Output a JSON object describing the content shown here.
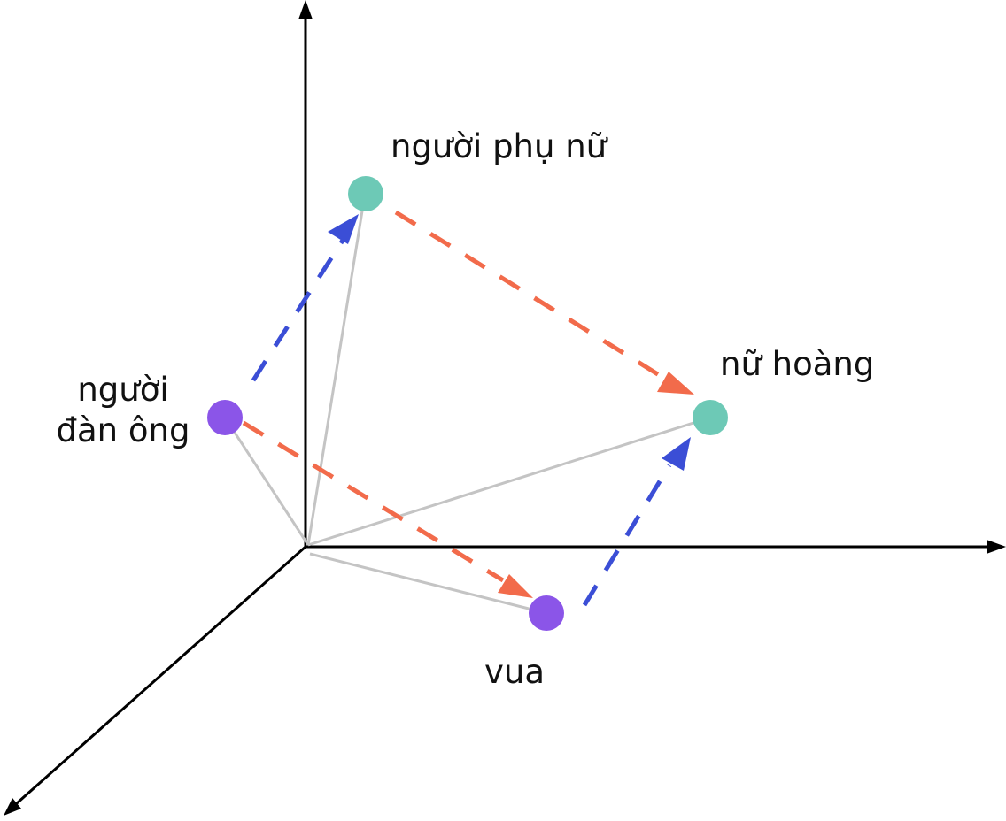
{
  "diagram": {
    "title": "",
    "colors": {
      "background": "#ffffff",
      "axis": "#000000",
      "origin_lines": "#c4c4c4",
      "gender_arrow": "#3b4ed6",
      "royalty_arrow": "#f26b4b",
      "male_point": "#8b55e8",
      "female_point": "#6dc9b6"
    },
    "points": [
      {
        "id": "man",
        "label_line1": "người",
        "label_line2": "đàn ông",
        "color": "#8b55e8"
      },
      {
        "id": "woman",
        "label": "người phụ nữ",
        "color": "#6dc9b6"
      },
      {
        "id": "king",
        "label": "vua",
        "color": "#8b55e8"
      },
      {
        "id": "queen",
        "label": "nữ hoàng",
        "color": "#6dc9b6"
      }
    ],
    "relations": [
      {
        "from": "man",
        "to": "woman",
        "style": "dashed",
        "color": "#3b4ed6"
      },
      {
        "from": "king",
        "to": "queen",
        "style": "dashed",
        "color": "#3b4ed6"
      },
      {
        "from": "man",
        "to": "king",
        "style": "dashed",
        "color": "#f26b4b"
      },
      {
        "from": "woman",
        "to": "queen",
        "style": "dashed",
        "color": "#f26b4b"
      }
    ],
    "axes": [
      "vertical",
      "horizontal",
      "depth"
    ]
  }
}
